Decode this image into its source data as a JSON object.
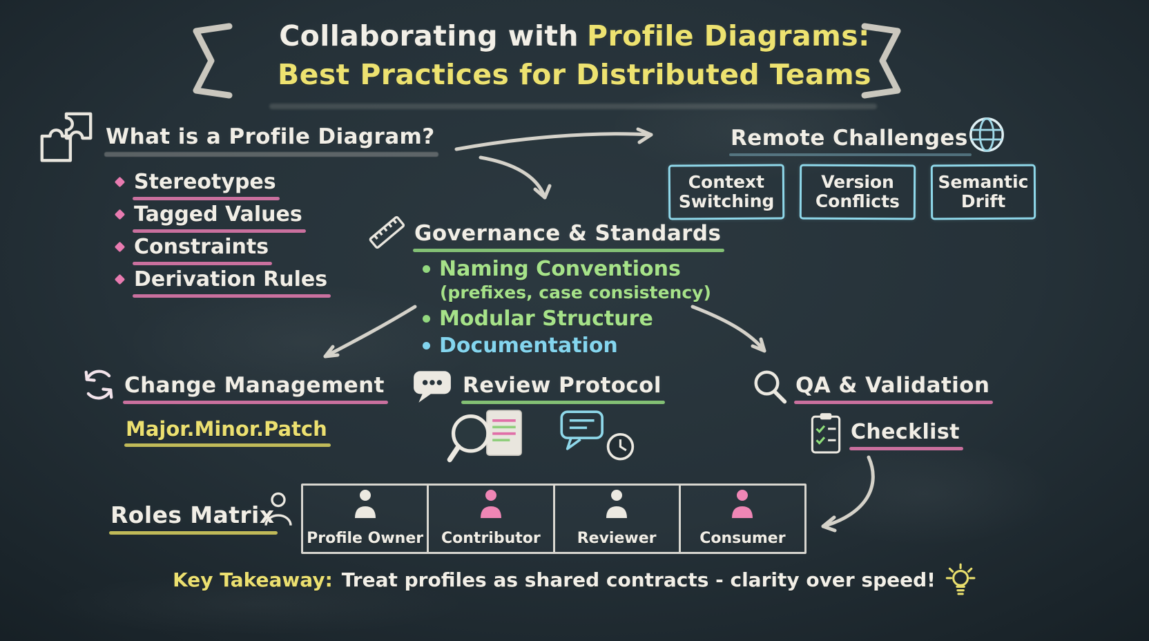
{
  "colors": {
    "background": "#243037",
    "chalk_white": "#ece9e1",
    "yellow": "#ede270",
    "pink": "#e87bb0",
    "green": "#9ade83",
    "cyan": "#8fd8ea"
  },
  "title": {
    "part1": "Collaborating with",
    "part2": "Profile Diagrams:",
    "line2": "Best Practices for Distributed Teams"
  },
  "what_is": {
    "heading": "What is a Profile Diagram?",
    "items": [
      "Stereotypes",
      "Tagged Values",
      "Constraints",
      "Derivation Rules"
    ]
  },
  "remote_challenges": {
    "heading": "Remote Challenges",
    "boxes": [
      "Context Switching",
      "Version Conflicts",
      "Semantic Drift"
    ]
  },
  "governance": {
    "heading": "Governance & Standards",
    "item1": "Naming Conventions",
    "item1_sub": "(prefixes, case consistency)",
    "item2": "Modular Structure",
    "item3": "Documentation"
  },
  "change_management": {
    "heading": "Change Management",
    "versioning": "Major.Minor.Patch"
  },
  "review_protocol": {
    "heading": "Review Protocol"
  },
  "qa_validation": {
    "heading": "QA & Validation",
    "checklist": "Checklist"
  },
  "roles_matrix": {
    "heading": "Roles Matrix",
    "roles": [
      "Profile Owner",
      "Contributor",
      "Reviewer",
      "Consumer"
    ]
  },
  "takeaway": {
    "label": "Key Takeaway:",
    "text": "Treat profiles as shared contracts - clarity over speed!"
  },
  "icons": [
    "puzzle-icon",
    "globe-icon",
    "ruler-icon",
    "cycle-icon",
    "speech-bubble-icon",
    "magnifier-document-icon",
    "chat-clock-icon",
    "search-icon",
    "clipboard-checklist-icon",
    "person-icon",
    "lightbulb-icon",
    "banner-bracket-icon",
    "arrow"
  ]
}
